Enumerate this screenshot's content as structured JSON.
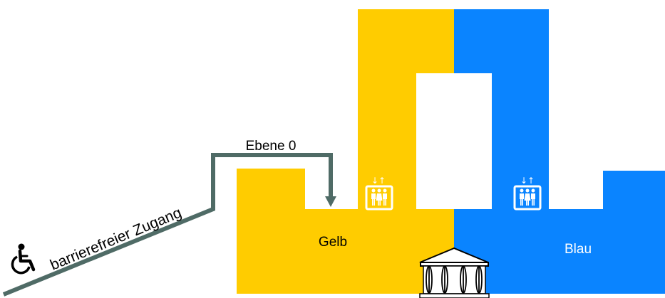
{
  "labels": {
    "level": "Ebene 0",
    "yellow_building": "Gelb",
    "blue_building": "Blau",
    "access": "barrierefreier Zugang"
  },
  "colors": {
    "yellow": "#FFCC00",
    "blue": "#0A84FF",
    "path": "#4F6B66",
    "white": "#FFFFFF",
    "dark": "#000000"
  },
  "icons": {
    "wheelchair": "wheelchair-icon",
    "elevator_yellow": "elevator-icon",
    "elevator_blue": "elevator-icon",
    "museum": "museum-building-icon"
  }
}
